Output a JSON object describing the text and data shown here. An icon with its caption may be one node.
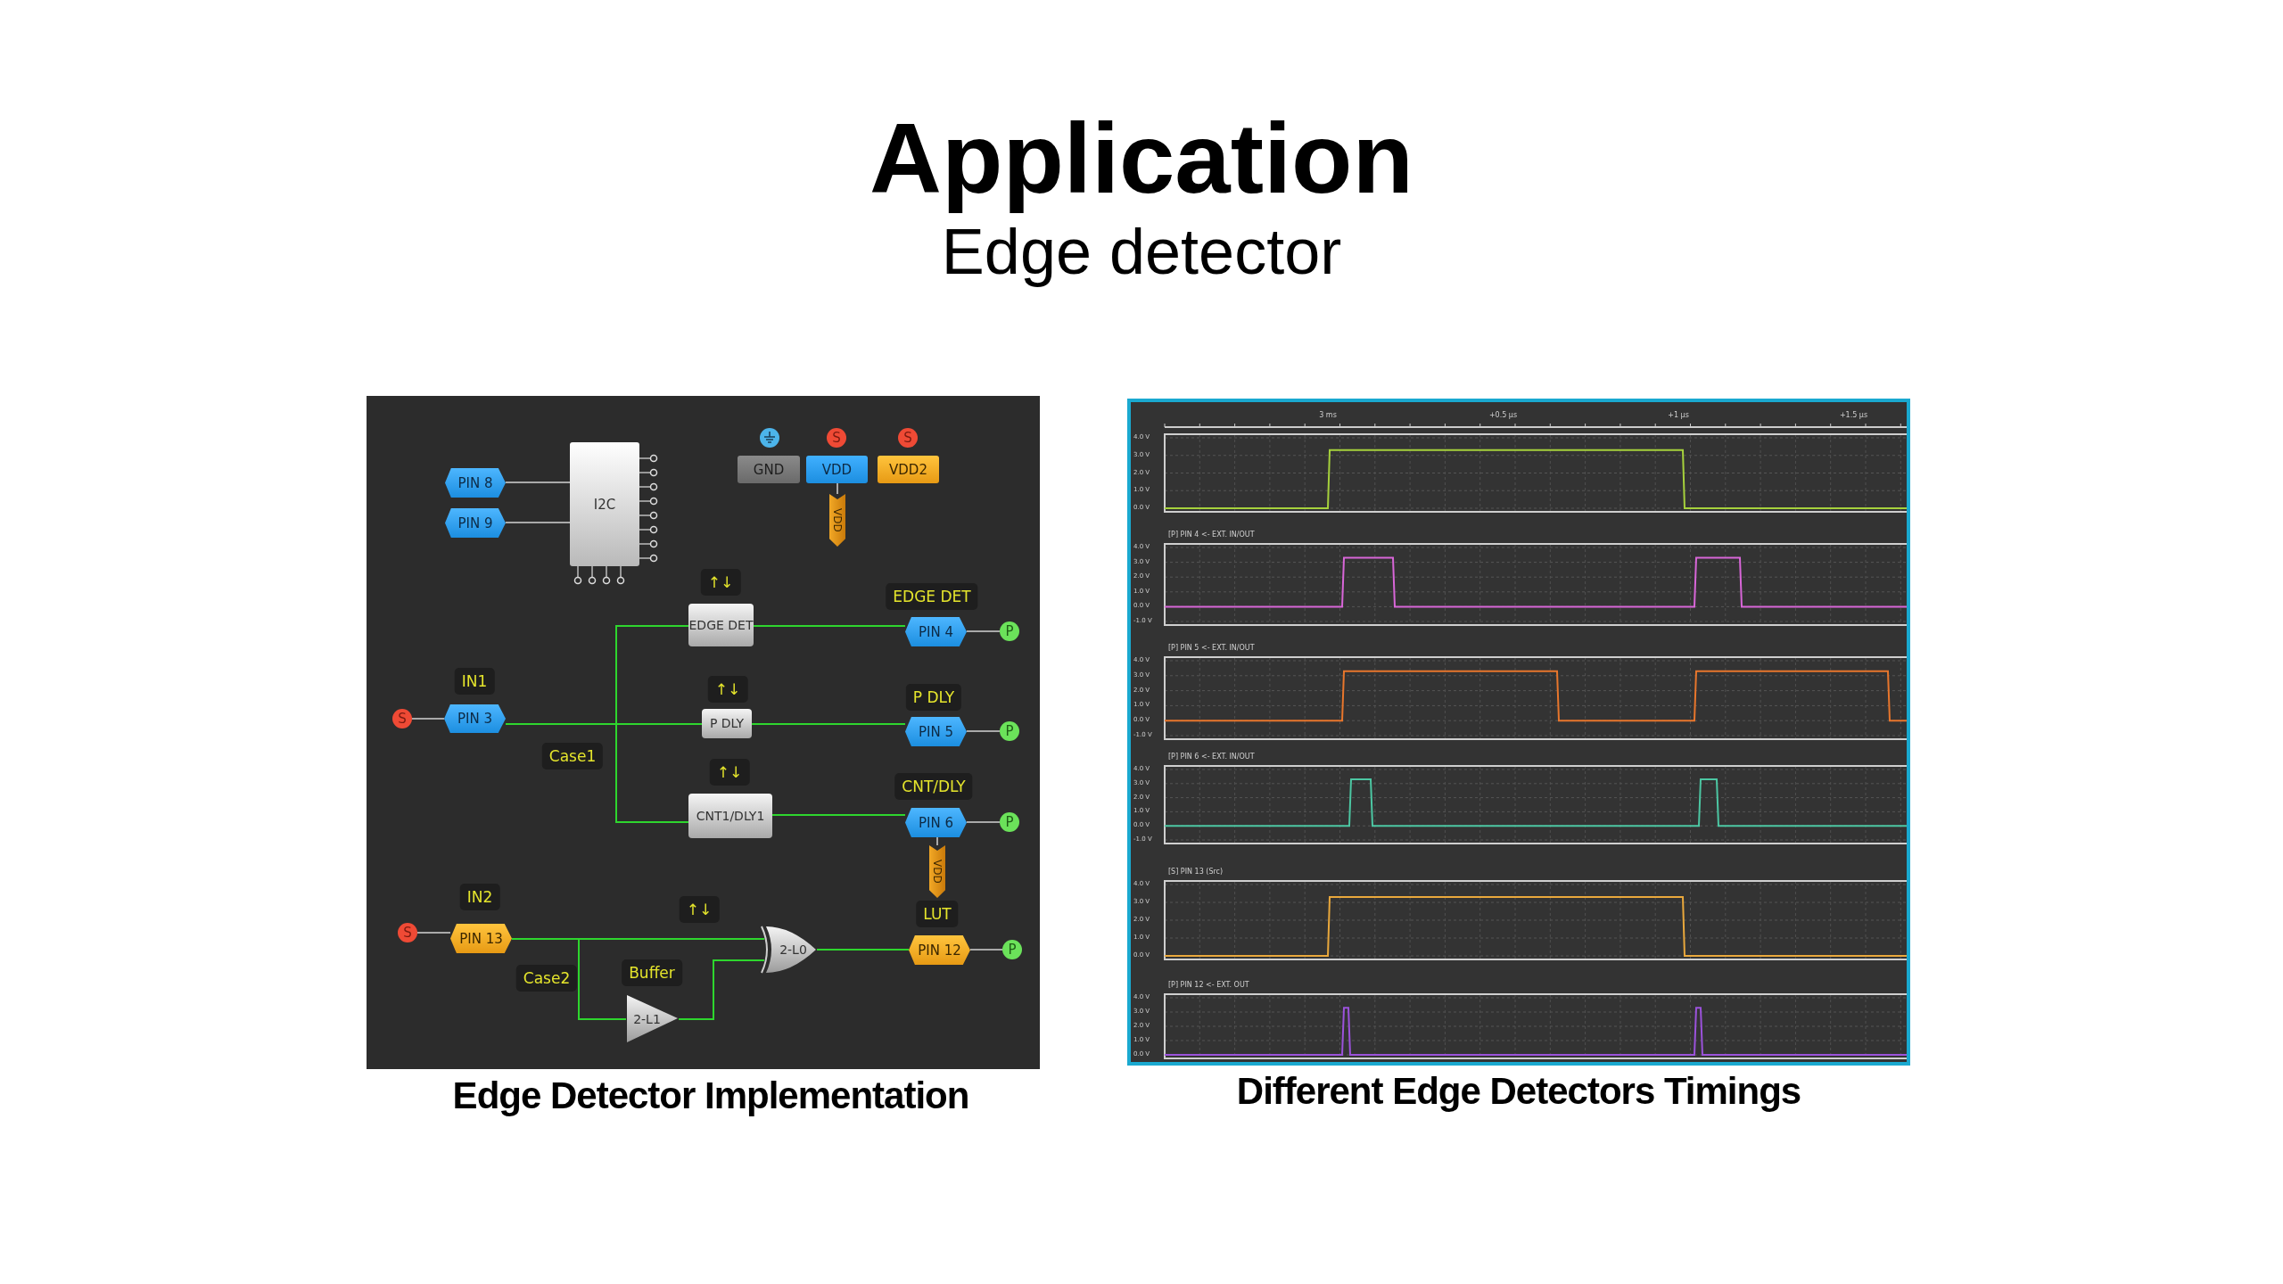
{
  "diagram": {
    "title": "Application",
    "nodes": [
      {
        "text": [
          "PIN 8"
        ]
      },
      {
        "text": [
          "PIN 9"
        ]
      },
      {
        "text": [
          "I2C"
        ]
      },
      {
        "text": [
          "S"
        ]
      },
      {
        "text": [
          "S"
        ]
      },
      {
        "text": [
          "GND"
        ]
      },
      {
        "text": [
          "VDD"
        ]
      },
      {
        "text": [
          "VDD2"
        ]
      },
      {
        "text": [
          "VDD"
        ]
      },
      {
        "text": [
          "EDGE DET"
        ]
      },
      {
        "text": [
          "PIN 4"
        ]
      },
      {
        "text": [
          "P"
        ]
      },
      {
        "text": [
          "S"
        ]
      },
      {
        "text": [
          "PIN 3"
        ]
      },
      {
        "text": [
          "P DLY"
        ]
      },
      {
        "text": [
          "PIN 5"
        ]
      },
      {
        "text": [
          "P"
        ]
      },
      {
        "text": [
          "CNT1/DLY1"
        ]
      },
      {
        "text": [
          "PIN 6"
        ]
      },
      {
        "text": [
          "P"
        ]
      },
      {
        "text": [
          "VDD"
        ]
      },
      {
        "text": [
          "S"
        ]
      },
      {
        "text": [
          "PIN 13"
        ]
      },
      {
        "text": [
          "2-L0"
        ]
      },
      {
        "text": [
          "PIN 12"
        ]
      },
      {
        "text": [
          "P"
        ]
      },
      {
        "text": [
          "2-L1"
        ]
      }
    ],
    "edges": [
      {
        "from": 0,
        "to": 2,
        "arrow": "none"
      },
      {
        "from": 1,
        "to": 2,
        "arrow": "none"
      },
      {
        "from": 6,
        "to": 8,
        "arrow": "none"
      },
      {
        "from": 12,
        "to": 13,
        "arrow": "none"
      },
      {
        "from": 13,
        "to": 9,
        "arrow": "none",
        "color": "#2ed62e"
      },
      {
        "from": 13,
        "to": 14,
        "arrow": "none",
        "color": "#2ed62e"
      },
      {
        "from": 13,
        "to": 17,
        "arrow": "none",
        "color": "#2ed62e"
      },
      {
        "from": 9,
        "to": 10,
        "arrow": "none",
        "color": "#2ed62e"
      },
      {
        "from": 14,
        "to": 15,
        "arrow": "none",
        "color": "#2ed62e"
      },
      {
        "from": 17,
        "to": 18,
        "arrow": "none",
        "color": "#2ed62e"
      },
      {
        "from": 10,
        "to": 11,
        "arrow": "none"
      },
      {
        "from": 15,
        "to": 16,
        "arrow": "none"
      },
      {
        "from": 18,
        "to": 19,
        "arrow": "none"
      },
      {
        "from": 18,
        "to": 20,
        "arrow": "none"
      },
      {
        "from": 21,
        "to": 22,
        "arrow": "none"
      },
      {
        "from": 22,
        "to": 23,
        "arrow": "none",
        "color": "#2ed62e"
      },
      {
        "from": 22,
        "to": 26,
        "arrow": "none",
        "color": "#2ed62e"
      },
      {
        "from": 26,
        "to": 23,
        "arrow": "none",
        "color": "#2ed62e"
      },
      {
        "from": 23,
        "to": 24,
        "arrow": "none",
        "color": "#2ed62e"
      },
      {
        "from": 24,
        "to": 25,
        "arrow": "none"
      }
    ],
    "labels": [
      "Edge detector",
      "↑↓",
      "EDGE DET",
      "IN1",
      "↑↓",
      "P DLY",
      "Case1",
      "↑↓",
      "CNT/DLY",
      "IN2",
      "↑↓",
      "LUT",
      "Buffer",
      "Case2",
      "Edge Detector Implementation",
      "3 ms",
      "+0.5 µs",
      "+1 µs",
      "+1.5 µs",
      "4.0 V",
      "3.0 V",
      "2.0 V",
      "1.0 V",
      "0.0 V",
      "[P] PIN 4 <- EXT. IN/OUT",
      "4.0 V",
      "3.0 V",
      "2.0 V",
      "1.0 V",
      "0.0 V",
      "-1.0 V",
      "[P] PIN 5 <- EXT. IN/OUT",
      "4.0 V",
      "3.0 V",
      "2.0 V",
      "1.0 V",
      "0.0 V",
      "-1.0 V",
      "[P] PIN 6 <- EXT. IN/OUT",
      "4.0 V",
      "3.0 V",
      "2.0 V",
      "1.0 V",
      "0.0 V",
      "-1.0 V",
      "[S] PIN 13 (Src)",
      "4.0 V",
      "3.0 V",
      "2.0 V",
      "1.0 V",
      "0.0 V",
      "[P] PIN 12 <- EXT. OUT",
      "4.0 V",
      "3.0 V",
      "2.0 V",
      "1.0 V",
      "0.0 V",
      "Different Edge Detectors Timings"
    ]
  }
}
